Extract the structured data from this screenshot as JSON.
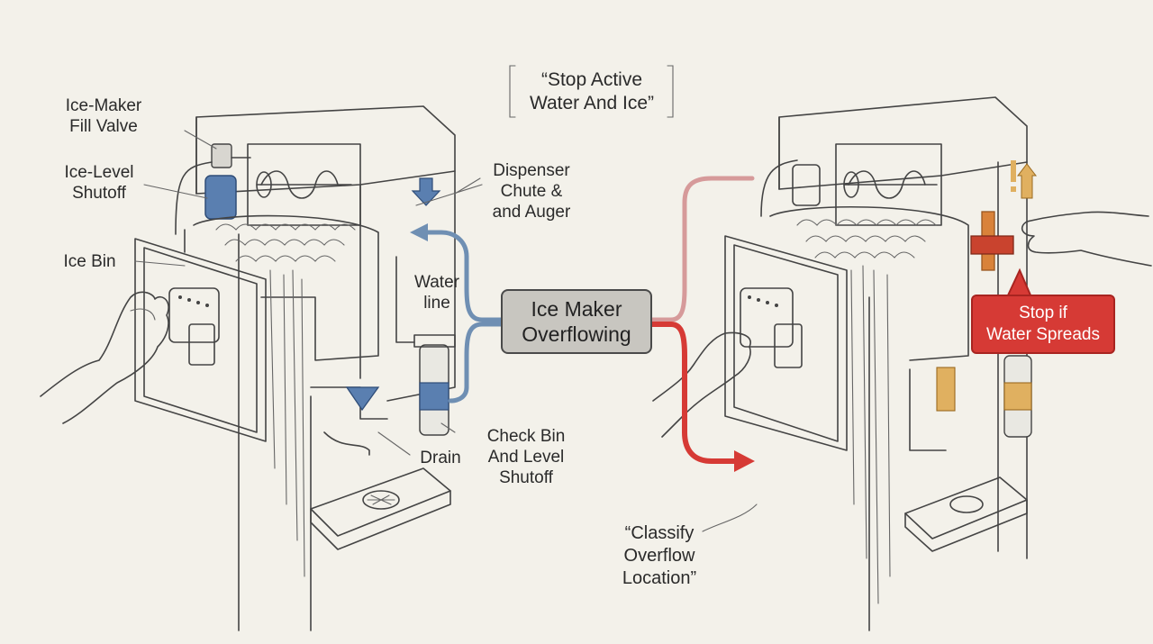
{
  "labels": {
    "fill_valve": [
      "Ice-Maker",
      "Fill Valve"
    ],
    "level_shutoff": [
      "Ice-Level",
      "Shutoff"
    ],
    "ice_bin": "Ice Bin",
    "dispenser": [
      "Dispenser",
      "Chute &",
      "and Auger"
    ],
    "water_line": [
      "Water",
      "line"
    ],
    "drain": "Drain",
    "check_bin": [
      "Check Bin",
      "And Level",
      "Shutoff"
    ],
    "stop_active": [
      "“Stop Active",
      "Water And Ice”"
    ],
    "center": [
      "Ice Maker",
      "Overflowing"
    ],
    "stop_if": [
      "Stop if",
      "Water Spreads"
    ],
    "classify": [
      "“Classify",
      "Overflow",
      "Location”"
    ]
  },
  "colors": {
    "background": "#f3f1ea",
    "flow_blue": "#6f8fb3",
    "flow_pink": "#d69a9a",
    "flow_red": "#d63a35",
    "shutoff_blue": "#5a7fb0",
    "valve_orange": "#d9823a",
    "filter_amber": "#e0b060"
  }
}
